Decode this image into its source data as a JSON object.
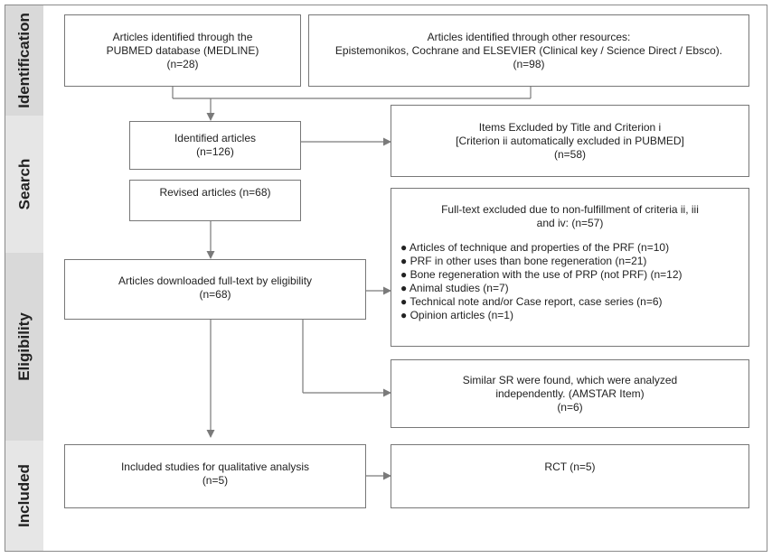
{
  "stages": {
    "identification": "Identification",
    "search": "Search",
    "eligibility": "Eligibility",
    "included": "Included"
  },
  "boxes": {
    "pubmed": {
      "line1": "Articles identified through the",
      "line2": "PUBMED database (MEDLINE)",
      "count": "(n=28)"
    },
    "other": {
      "line1": "Articles identified through other resources:",
      "line2": "Epistemonikos, Cochrane and ELSEVIER (Clinical key / Science Direct / Ebsco).",
      "count": "(n=98)"
    },
    "identified": {
      "line1": "Identified articles",
      "count": "(n=126)"
    },
    "excluded_title": {
      "line1": "Items Excluded by Title and Criterion i",
      "line2": "[Criterion ii automatically excluded in PUBMED]",
      "count": "(n=58)"
    },
    "revised": {
      "line1": "Revised articles (n=68)"
    },
    "fulltext_excluded": {
      "line1": "Full-text excluded due to non-fulfillment of criteria ii, iii",
      "line2": "and iv: (n=57)",
      "items": [
        "● Articles of technique and properties of the PRF (n=10)",
        "● PRF in other uses than bone regeneration (n=21)",
        "● Bone regeneration with the use of PRP (not PRF) (n=12)",
        "● Animal studies (n=7)",
        "● Technical note and/or Case report, case series (n=6)",
        "● Opinion articles (n=1)"
      ]
    },
    "downloaded": {
      "line1": "Articles downloaded full-text by eligibility",
      "count": "(n=68)"
    },
    "similar_sr": {
      "line1": "Similar SR were found, which were analyzed",
      "line2": "independently. (AMSTAR Item)",
      "count": "(n=6)"
    },
    "included_studies": {
      "line1": "Included studies for qualitative analysis",
      "count": "(n=5)"
    },
    "rct": {
      "line1": "RCT (n=5)"
    }
  },
  "colors": {
    "band": "#d9d9d9",
    "border": "#777777",
    "arrow": "#7a7a7a"
  }
}
